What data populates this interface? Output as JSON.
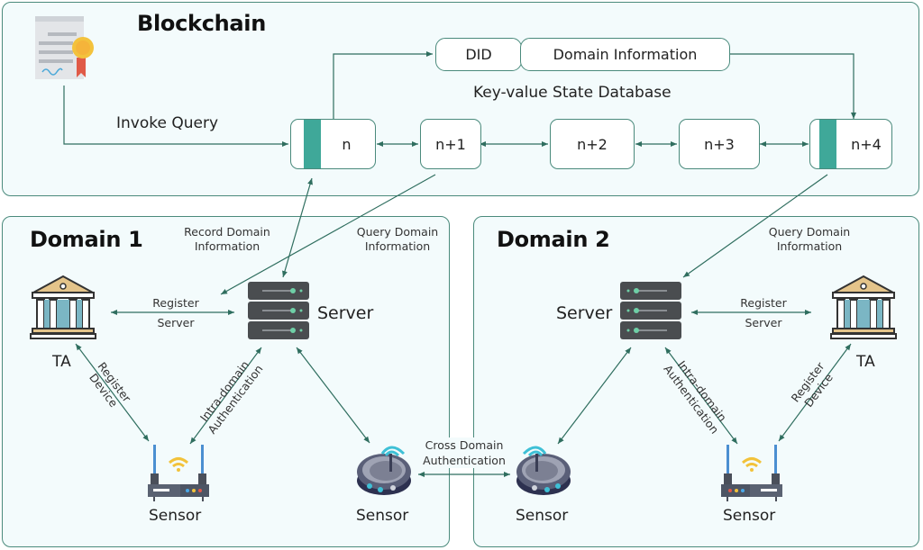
{
  "blockchain": {
    "title": "Blockchain",
    "invoke_label": "Invoke Query",
    "db_label": "Key-value State Database",
    "did_label": "DID",
    "domain_info_label": "Domain Information",
    "blocks": [
      "n",
      "n+1",
      "n+2",
      "n+3",
      "n+4"
    ]
  },
  "domain1": {
    "title": "Domain 1",
    "record_label": [
      "Record Domain",
      "Information"
    ],
    "query_label": [
      "Query Domain",
      "Information"
    ],
    "register_server": [
      "Register",
      "Server"
    ],
    "server_label": "Server",
    "ta_label": "TA",
    "register_device": [
      "Register",
      "Device"
    ],
    "intra_auth": [
      "Intra-domain",
      "Authentication"
    ],
    "sensor_router_label": "Sensor",
    "sensor_hub_label": "Sensor"
  },
  "domain2": {
    "title": "Domain 2",
    "query_label": [
      "Query Domain",
      "Information"
    ],
    "register_server": [
      "Register",
      "Server"
    ],
    "server_label": "Server",
    "ta_label": "TA",
    "register_device": [
      "Register",
      "Device"
    ],
    "intra_auth": [
      "Intra-domain",
      "Authentication"
    ],
    "sensor_router_label": "Sensor",
    "sensor_hub_label": "Sensor"
  },
  "cross_domain": [
    "Cross Domain",
    "Authentication"
  ],
  "colors": {
    "accent": "#3fa899",
    "line": "#2f6e5f",
    "border": "#4a8a7c",
    "panel_bg": "#f3fbfc"
  }
}
